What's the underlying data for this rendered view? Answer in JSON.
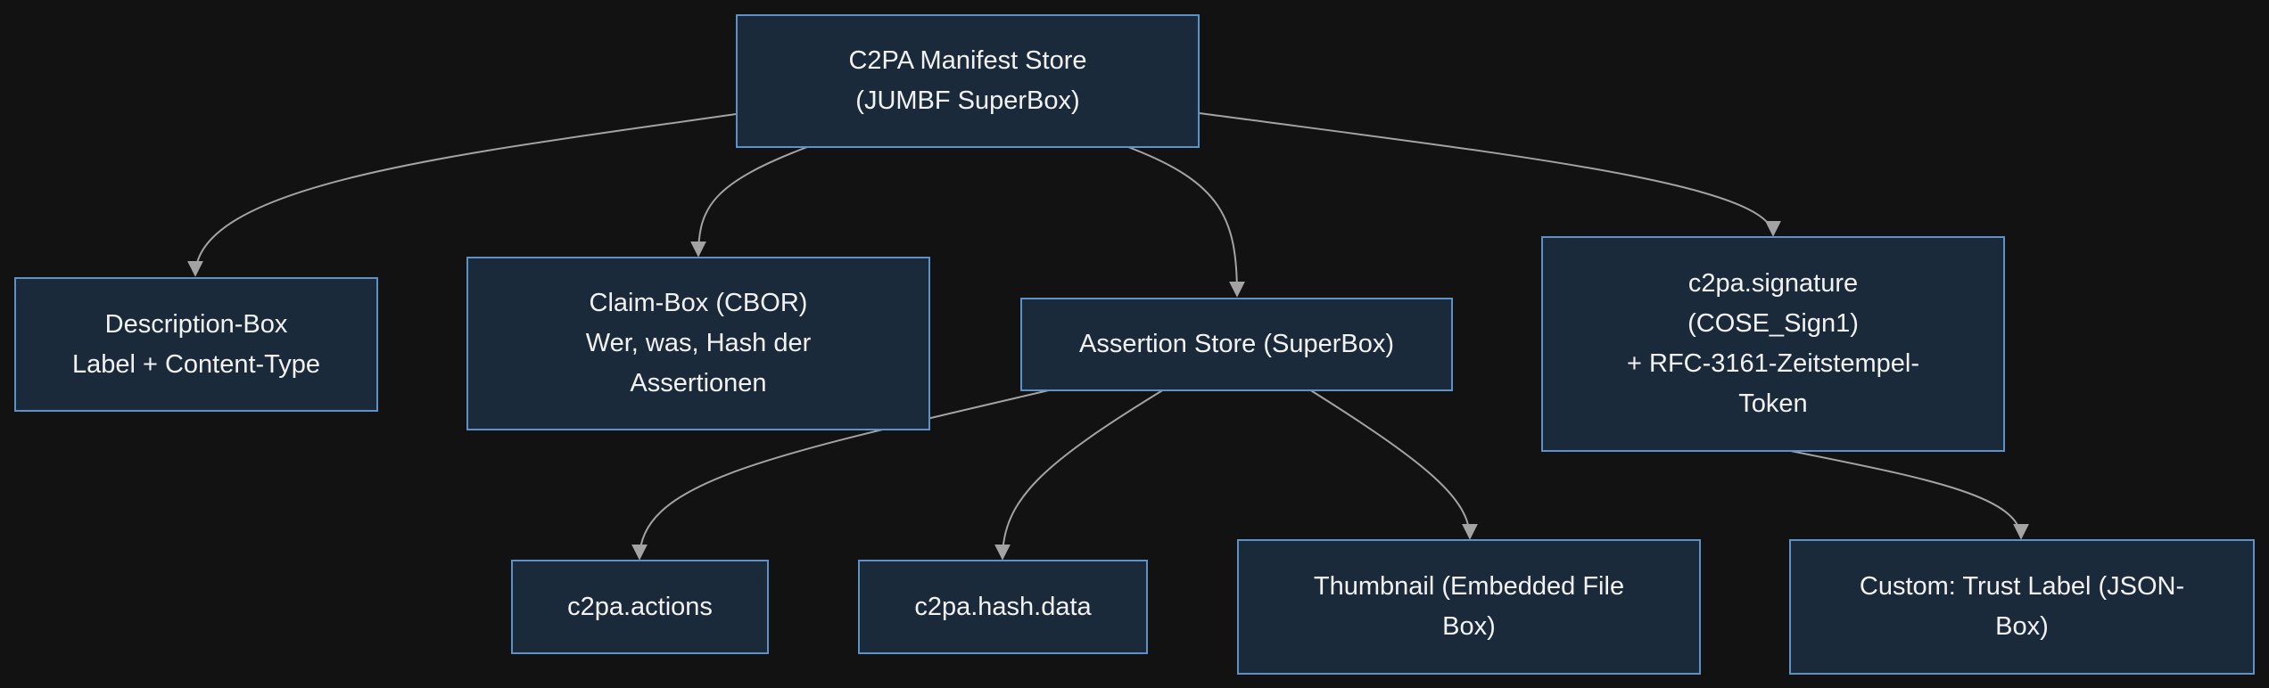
{
  "nodes": {
    "manifest_store": {
      "lines": [
        "C2PA Manifest Store",
        "(JUMBF SuperBox)"
      ]
    },
    "description_box": {
      "lines": [
        "Description-Box",
        "Label + Content-Type"
      ]
    },
    "claim_box": {
      "lines": [
        "Claim-Box (CBOR)",
        "Wer, was, Hash der",
        "Assertionen"
      ]
    },
    "assertion_store": {
      "lines": [
        "Assertion Store (SuperBox)"
      ]
    },
    "signature": {
      "lines": [
        "c2pa.signature",
        "(COSE_Sign1)",
        "+ RFC-3161-Zeitstempel-",
        "Token"
      ]
    },
    "actions": {
      "lines": [
        "c2pa.actions"
      ]
    },
    "hash_data": {
      "lines": [
        "c2pa.hash.data"
      ]
    },
    "thumbnail": {
      "lines": [
        "Thumbnail (Embedded File",
        "Box)"
      ]
    },
    "custom_trust": {
      "lines": [
        "Custom: Trust Label (JSON-",
        "Box)"
      ]
    }
  },
  "colors": {
    "background": "#121212",
    "node_fill": "#1b2a3a",
    "node_border": "#5b93c8",
    "edge": "#a3a3a3",
    "text": "#f2f2f2"
  }
}
